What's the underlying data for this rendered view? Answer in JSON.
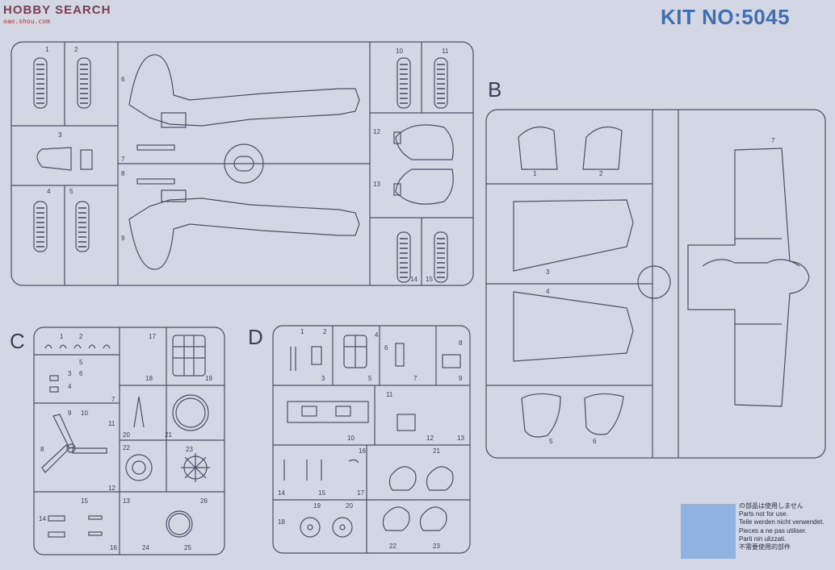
{
  "watermark": {
    "brand": "HOBBY SEARCH",
    "url": "oao.shou.com"
  },
  "kit_number": "KIT NO:5045",
  "sprues": {
    "A": {
      "label": "",
      "parts": [
        "1",
        "2",
        "3",
        "4",
        "5",
        "6",
        "7",
        "8",
        "9",
        "10",
        "11",
        "12",
        "13",
        "14",
        "15"
      ]
    },
    "B": {
      "label": "B",
      "parts": [
        "1",
        "2",
        "3",
        "4",
        "5",
        "6",
        "7"
      ]
    },
    "C": {
      "label": "C",
      "parts": [
        "1",
        "2",
        "3",
        "4",
        "5",
        "6",
        "7",
        "8",
        "9",
        "10",
        "11",
        "12",
        "13",
        "14",
        "15",
        "16",
        "17",
        "18",
        "19",
        "20",
        "21",
        "22",
        "23",
        "24",
        "25",
        "26"
      ]
    },
    "D": {
      "label": "D",
      "parts": [
        "1",
        "2",
        "3",
        "4",
        "5",
        "6",
        "7",
        "8",
        "9",
        "10",
        "11",
        "12",
        "13",
        "14",
        "15",
        "16",
        "17",
        "18",
        "19",
        "20",
        "21",
        "22",
        "23"
      ]
    }
  },
  "legend": {
    "swatch_color": "#8fb2e0",
    "lines": [
      "の部品は使用しません",
      "Parts not for use.",
      "Teile werden nicht verwendet.",
      "Pieces a ne pas utiliser.",
      "Parti nin ulizzati.",
      "不需要使用的部件"
    ]
  },
  "colors": {
    "background": "#d3d6e3",
    "line": "#4a4f66",
    "kit_number": "#3e6fb0"
  }
}
